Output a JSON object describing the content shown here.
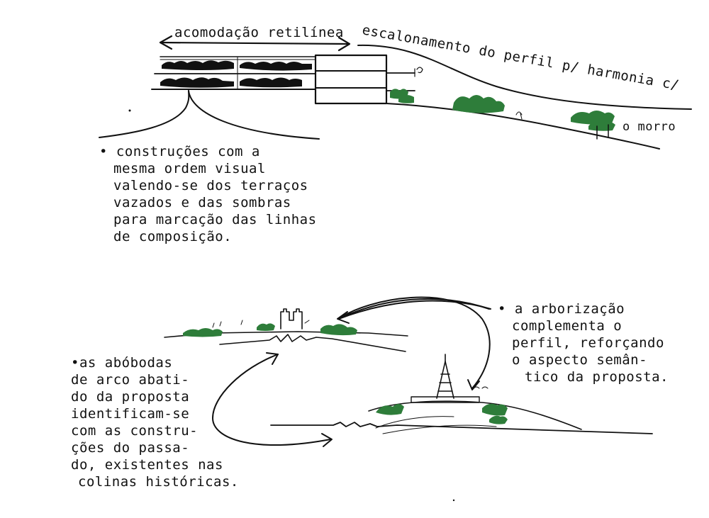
{
  "colors": {
    "ink": "#111111",
    "vegetation": "#2e7d3a",
    "paper": "#ffffff"
  },
  "top": {
    "label_retilinea": "acomodação retilínea",
    "label_escalonamento": "escalonamento do perfil p/ harmonia c/",
    "label_morro": "o morro",
    "note_lines": [
      "• construções com a",
      "mesma ordem visual",
      "valendo-se dos terraços",
      "vazados e das sombras",
      "para marcação das linhas",
      "de composição."
    ]
  },
  "bottom": {
    "note_arborizacao": [
      "• a arborização",
      "complementa o",
      "perfil, reforçando",
      "o aspecto semân-",
      "tico da proposta."
    ],
    "note_abobodas": [
      "•as abóbodas",
      "de arco abati-",
      "do da proposta",
      "identificam-se",
      "com as constru-",
      "ções do passa-",
      "do, existentes nas",
      "colinas históricas."
    ]
  }
}
